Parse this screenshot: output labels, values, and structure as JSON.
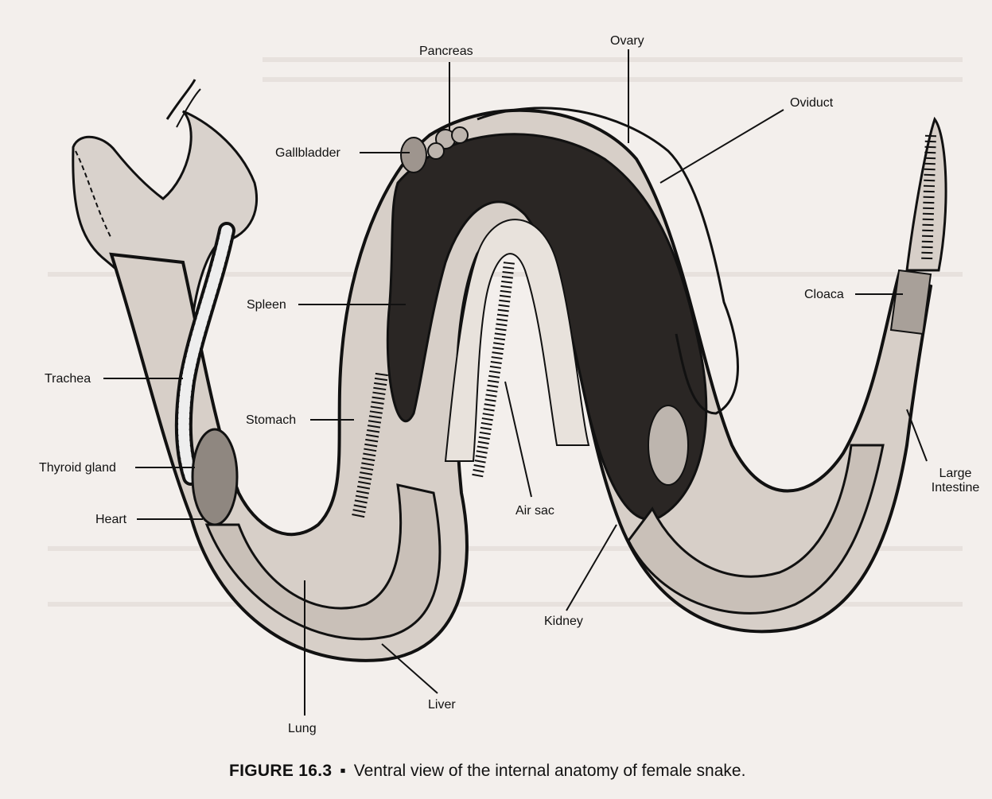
{
  "labels": {
    "pancreas": "Pancreas",
    "ovary": "Ovary",
    "oviduct": "Oviduct",
    "gallbladder": "Gallbladder",
    "spleen": "Spleen",
    "cloaca": "Cloaca",
    "trachea": "Trachea",
    "stomach": "Stomach",
    "large_intestine": "Large Intestine",
    "thyroid_gland": "Thyroid gland",
    "heart": "Heart",
    "air_sac": "Air sac",
    "kidney": "Kidney",
    "liver": "Liver",
    "lung": "Lung"
  },
  "caption": {
    "figure": "FIGURE 16.3",
    "bullet": "▪",
    "text": "Ventral view of the internal anatomy of female snake."
  }
}
